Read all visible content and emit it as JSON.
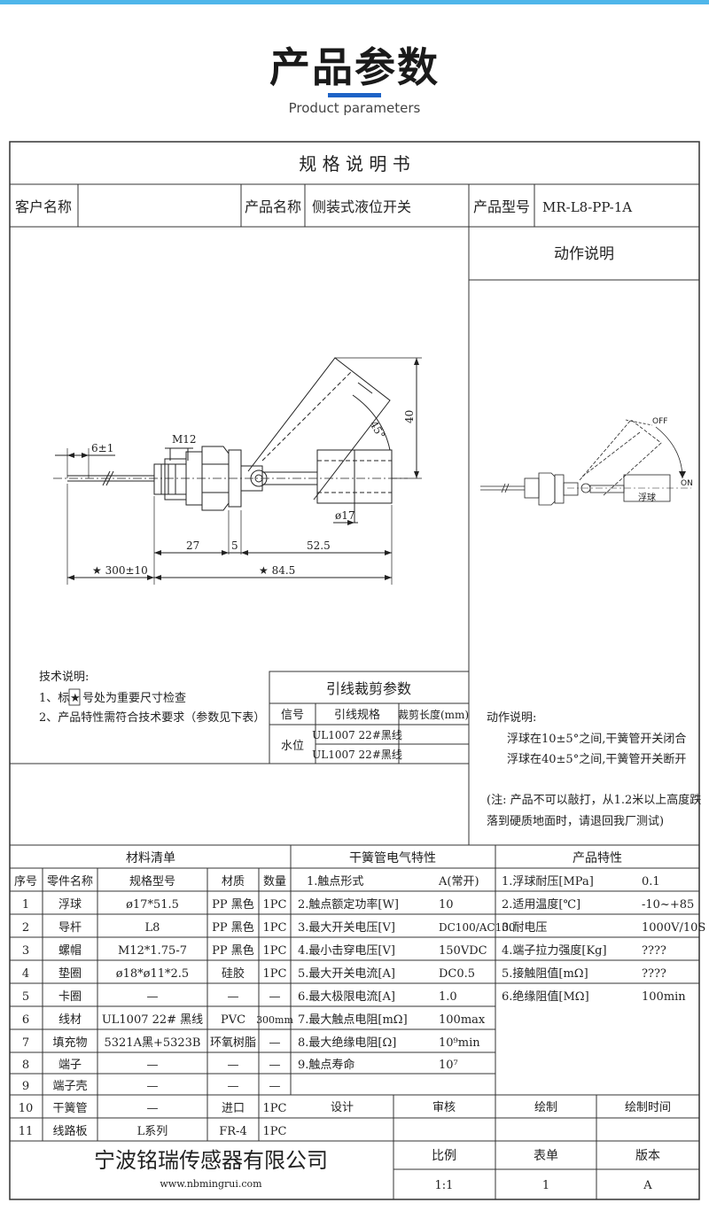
{
  "header": {
    "title": "产品参数",
    "subtitle": "Product parameters"
  },
  "sheet": {
    "title": "规 格 说 明 书",
    "customer_label": "客户名称",
    "customer_value": "",
    "product_name_label": "产品名称",
    "product_name_value": "侧装式液位开关",
    "model_label": "产品型号",
    "model_value": "MR-L8-PP-1A"
  },
  "drawing": {
    "dim_6": "6±1",
    "dim_m12": "M12",
    "dim_45": "45°",
    "dim_40": "40",
    "dim_d17": "ø17",
    "dim_27": "27",
    "dim_5": "5",
    "dim_52_5": "52.5",
    "dim_300": "★ 300±10",
    "dim_84_5": "★ 84.5"
  },
  "tech_notes": {
    "title": "技术说明:",
    "line1a": "1、标",
    "star": "★",
    "line1b": "号处为重要尺寸检查",
    "line2": "2、产品特性需符合技术要求（参数见下表）"
  },
  "wire_table": {
    "title": "引线裁剪参数",
    "headers": [
      "信号",
      "引线规格",
      "裁剪长度(mm)"
    ],
    "signal": "水位",
    "rows": [
      "UL1007 22#黑线",
      "UL1007 22#黑线"
    ]
  },
  "action": {
    "title": "动作说明",
    "off": "OFF",
    "on": "ON",
    "float_label": "浮球",
    "desc_title": "动作说明:",
    "desc1": "浮球在10±5°之间,干簧管开关闭合",
    "desc2": "浮球在40±5°之间,干簧管开关断开",
    "note1": "(注: 产品不可以敲打，从1.2米以上高度跌",
    "note2": "落到硬质地面时，请退回我厂测试)"
  },
  "materials": {
    "title": "材料清单",
    "headers": [
      "序号",
      "零件名称",
      "规格型号",
      "材质",
      "数量"
    ],
    "rows": [
      [
        "1",
        "浮球",
        "ø17*51.5",
        "PP 黑色",
        "1PC"
      ],
      [
        "2",
        "导杆",
        "L8",
        "PP 黑色",
        "1PC"
      ],
      [
        "3",
        "螺帽",
        "M12*1.75-7",
        "PP 黑色",
        "1PC"
      ],
      [
        "4",
        "垫圈",
        "ø18*ø11*2.5",
        "硅胶",
        "1PC"
      ],
      [
        "5",
        "卡圈",
        "—",
        "—",
        "—"
      ],
      [
        "6",
        "线材",
        "UL1007 22# 黑线",
        "PVC",
        "300mm"
      ],
      [
        "7",
        "填充物",
        "5321A黑+5323B",
        "环氧树脂",
        "—"
      ],
      [
        "8",
        "端子",
        "—",
        "—",
        "—"
      ],
      [
        "9",
        "端子壳",
        "—",
        "—",
        "—"
      ],
      [
        "10",
        "干簧管",
        "—",
        "进口",
        "1PC"
      ],
      [
        "11",
        "线路板",
        "L系列",
        "FR-4",
        "1PC"
      ]
    ]
  },
  "reed": {
    "title": "干簧管电气特性",
    "rows": [
      [
        "1.触点形式",
        "A(常开)"
      ],
      [
        "2.触点额定功率[W]",
        "10"
      ],
      [
        "3.最大开关电压[V]",
        "DC100/AC100"
      ],
      [
        "4.最小击穿电压[V]",
        "150VDC"
      ],
      [
        "5.最大开关电流[A]",
        "DC0.5"
      ],
      [
        "6.最大极限电流[A]",
        "1.0"
      ],
      [
        "7.最大触点电阻[mΩ]",
        "100max"
      ],
      [
        "8.最大绝缘电阻[Ω]",
        "10⁹min"
      ],
      [
        "9.触点寿命",
        "10⁷"
      ]
    ]
  },
  "props": {
    "title": "产品特性",
    "rows": [
      [
        "1.浮球耐压[MPa]",
        "0.1"
      ],
      [
        "2.适用温度[℃]",
        "-10~+85"
      ],
      [
        "3.耐电压",
        "1000V/10S"
      ],
      [
        "4.端子拉力强度[Kg]",
        "????"
      ],
      [
        "5.接触阻值[mΩ]",
        "????"
      ],
      [
        "6.绝缘阻值[MΩ]",
        "100min"
      ]
    ]
  },
  "signoff": {
    "headers": [
      "设计",
      "审核",
      "绘制",
      "绘制时间"
    ],
    "company": "宁波铭瑞传感器有限公司",
    "website": "www.nbmingrui.com",
    "labels": [
      "比例",
      "表单",
      "版本"
    ],
    "values": [
      "1:1",
      "1",
      "A"
    ]
  }
}
